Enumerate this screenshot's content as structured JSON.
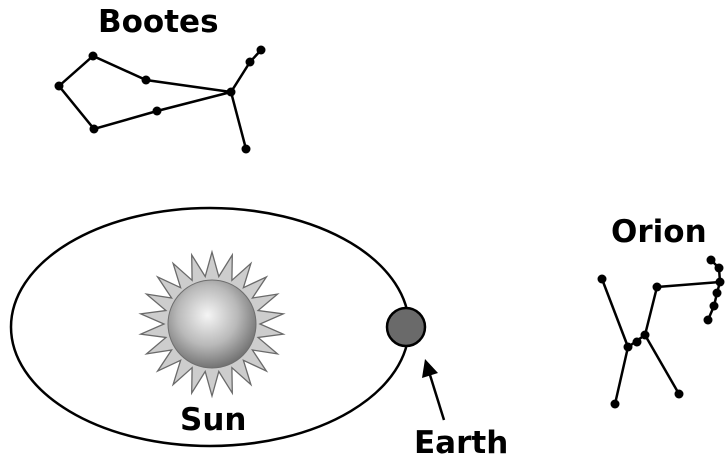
{
  "labels": {
    "bootes": "Bootes",
    "orion": "Orion",
    "sun": "Sun",
    "earth": "Earth"
  },
  "colors": {
    "ink": "#000000",
    "sun_core_light": "#f2f2f2",
    "sun_core_dark": "#6e6e6e",
    "sun_rays": "#c9c9c9",
    "earth_fill": "#6a6a6a"
  }
}
